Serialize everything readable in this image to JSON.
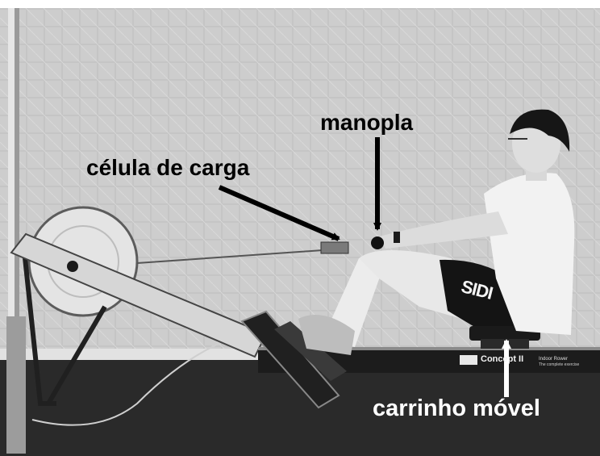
{
  "labels": {
    "manopla": "manopla",
    "celula_de_carga": "célula de carga",
    "carrinho_movel": "carrinho móvel"
  },
  "brands": {
    "concept": "Concept II",
    "concept_model": "Indoor Rower",
    "concept_tagline": "The complete exercise",
    "shorts": "SIDI"
  },
  "colors": {
    "label_dark": "#000000",
    "label_light": "#ffffff",
    "backdrop": "#cfcfcf",
    "floor": "#2a2a2a"
  },
  "icons": [
    "arrow-to-load-cell",
    "arrow-to-handle",
    "arrow-to-seat"
  ]
}
